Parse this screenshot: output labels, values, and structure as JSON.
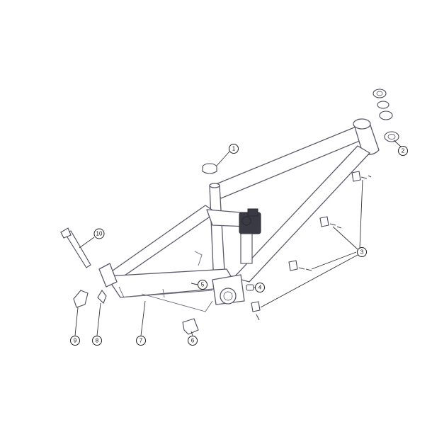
{
  "diagram": {
    "callouts": [
      {
        "label": "1"
      },
      {
        "label": "2"
      },
      {
        "label": "3"
      },
      {
        "label": "4"
      },
      {
        "label": "5"
      },
      {
        "label": "6"
      },
      {
        "label": "7"
      },
      {
        "label": "8"
      },
      {
        "label": "9"
      },
      {
        "label": "10"
      }
    ]
  }
}
